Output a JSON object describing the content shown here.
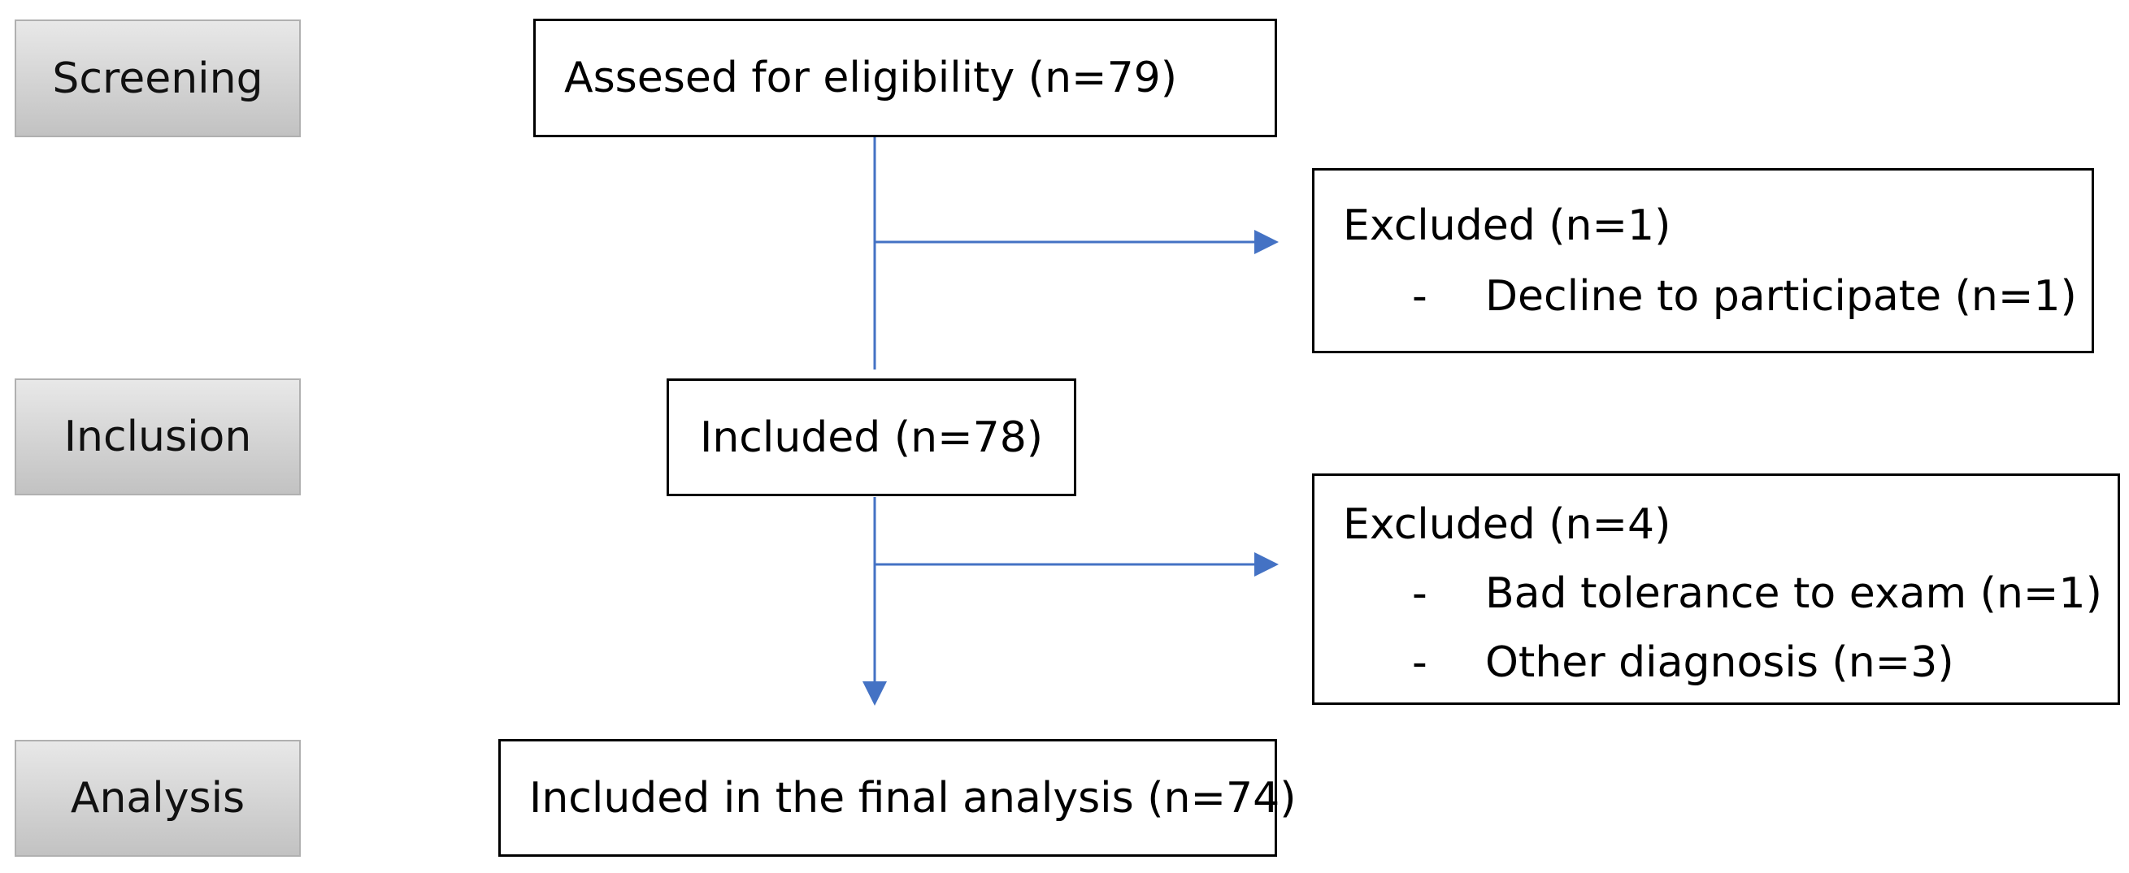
{
  "stages": {
    "screening": "Screening",
    "inclusion": "Inclusion",
    "analysis": "Analysis"
  },
  "boxes": {
    "assessed": "Assesed for eligibility (n=79)",
    "included": "Included (n=78)",
    "final": "Included in the final analysis (n=74)"
  },
  "excluded_1": {
    "title": "Excluded (n=1)",
    "items": [
      {
        "dash": "-",
        "text": "Decline to participate (n=1)"
      }
    ]
  },
  "excluded_2": {
    "title": "Excluded (n=4)",
    "items": [
      {
        "dash": "-",
        "text": "Bad tolerance to exam (n=1)"
      },
      {
        "dash": "-",
        "text": "Other diagnosis (n=3)"
      }
    ]
  },
  "colors": {
    "arrow": "#4472c4"
  }
}
